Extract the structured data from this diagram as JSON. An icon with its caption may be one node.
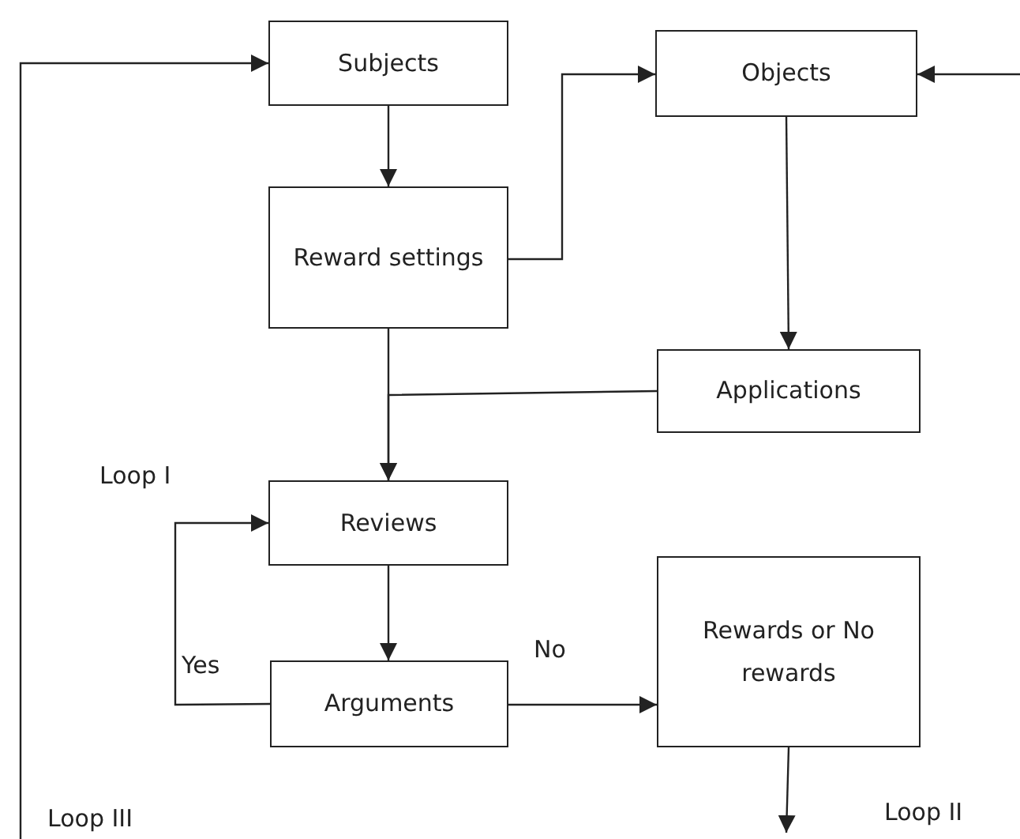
{
  "diagram": {
    "nodes": [
      {
        "text": [
          "Subjects"
        ]
      },
      {
        "text": [
          "Reward settings"
        ]
      },
      {
        "text": [
          "Objects"
        ]
      },
      {
        "text": [
          "Applications"
        ]
      },
      {
        "text": [
          "Reviews"
        ]
      },
      {
        "text": [
          "Arguments"
        ]
      },
      {
        "text": [
          "Rewards or No rewards"
        ]
      }
    ],
    "edges": [
      {
        "from": 0,
        "to": 1,
        "arrow": "to"
      },
      {
        "from": 1,
        "to": 2,
        "arrow": "to"
      },
      {
        "from": 2,
        "to": 3,
        "arrow": "to"
      },
      {
        "from": 1,
        "to": 4,
        "arrow": "to"
      },
      {
        "from": 3,
        "to": 4,
        "arrow": "to"
      },
      {
        "from": 4,
        "to": 5,
        "arrow": "to"
      },
      {
        "from": 5,
        "to": 4,
        "arrow": "to",
        "label": "Yes"
      },
      {
        "from": 5,
        "to": 6,
        "arrow": "to",
        "label": "No"
      },
      {
        "from": 6,
        "to": null,
        "arrow": "to"
      },
      {
        "from": null,
        "to": 2,
        "arrow": "to"
      },
      {
        "from": null,
        "to": 0,
        "arrow": "to"
      }
    ],
    "labels": [
      "Loop I",
      "Loop III",
      "Loop II"
    ]
  }
}
